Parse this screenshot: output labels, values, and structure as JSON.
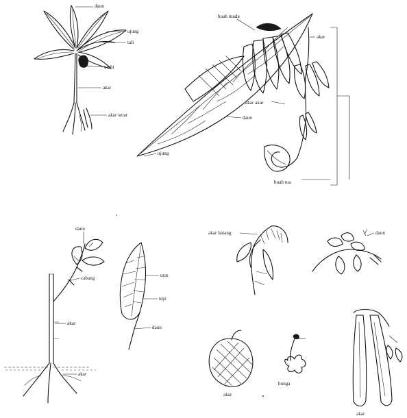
{
  "labels": {
    "tl_top": "daun",
    "tl_right1": "ujung",
    "tl_right2": "tali",
    "tl_mid": "umbi",
    "tl_stem": "akar",
    "tl_roots": "akar serat",
    "tr_top": "buah muda",
    "tr_side": "akar",
    "tr_leaf": "daun",
    "tr_mid": "akar akar",
    "tr_tip": "ujung",
    "tr_bottom": "buah tua",
    "bl_top": "daun",
    "bl_branch": "cabang",
    "bl_stem": "akar",
    "bl_roots": "akar",
    "leaf_r1": "urat",
    "leaf_r2": "tepi",
    "leaf_r3": "daun",
    "br_top1": "akar batang",
    "br_top2": "daun",
    "br_fruit": "akar",
    "br_flower": "bunga",
    "br_corner": "akar"
  },
  "colors": {
    "ink": "#111111",
    "paper": "#ffffff"
  }
}
